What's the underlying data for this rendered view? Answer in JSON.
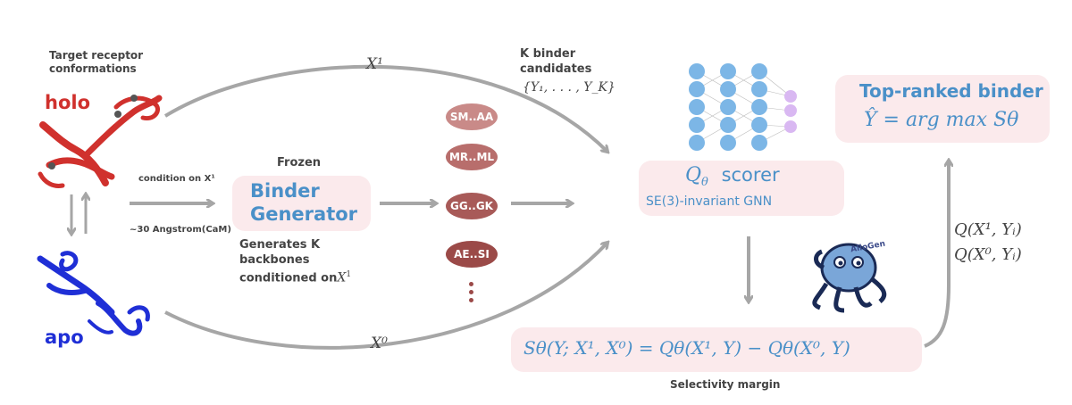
{
  "receptor": {
    "title_line1": "Target receptor",
    "title_line2": "conformations",
    "holo_label": "holo",
    "apo_label": "apo",
    "holo_color": "#d0312d",
    "apo_color": "#1f2fd6"
  },
  "condition": {
    "line": "condition on X¹",
    "distance": "~30 Angstrom(CaM)"
  },
  "generator": {
    "frozen": "Frozen",
    "line1": "Binder",
    "line2": "Generator",
    "desc_line1": "Generates K",
    "desc_line2": "backbones",
    "desc_line3": "conditioned on",
    "desc_math": "X",
    "desc_sup": "1"
  },
  "candidates": {
    "title_line1": "K binder",
    "title_line2": "candidates",
    "set": "{Y₁, . . . , Y_K}",
    "items": [
      "SM..AA",
      "MR..ML",
      "GG..GK",
      "AE..SI"
    ],
    "colors": [
      "#c98a88",
      "#b86e6c",
      "#a85a58",
      "#9b4a48"
    ]
  },
  "paths": {
    "top": "X¹",
    "bottom": "X⁰"
  },
  "scorer": {
    "title_q": "Q",
    "title_sub": "θ",
    "title_word": "scorer",
    "subtitle": "SE(3)-invariant GNN"
  },
  "margin": {
    "formula": "Sθ(Y; X¹, X⁰) = Qθ(X¹, Y) − Qθ(X⁰, Y)",
    "caption": "Selectivity margin"
  },
  "top_ranked": {
    "title": "Top-ranked binder",
    "formula": "Ŷ = arg max Sθ"
  },
  "scores": {
    "line1": "Q(X¹, Yᵢ)",
    "line2": "Q(X⁰, Yᵢ)"
  },
  "logo": {
    "text": "AlloGen"
  },
  "colors": {
    "arrow": "#a6a6a6",
    "pink_box": "#fbeaec",
    "blue_text": "#4a90c8",
    "node_blue": "#7cb6e6",
    "node_purple": "#d9b8f2"
  }
}
